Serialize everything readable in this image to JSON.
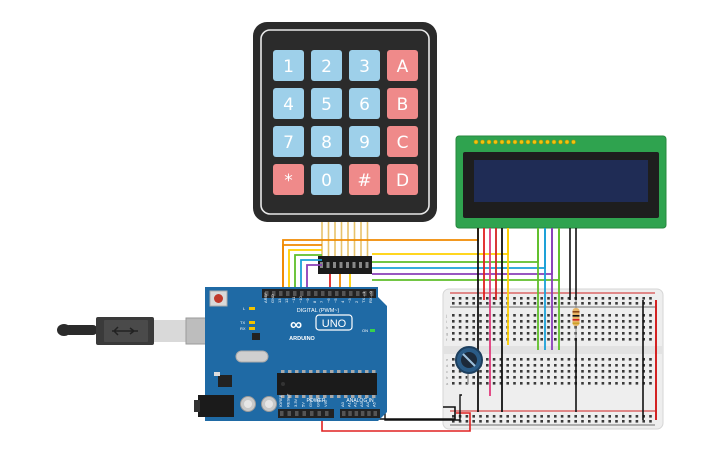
{
  "colors": {
    "keypad_body": "#2b2b2b",
    "key_blue": "#9ed0ea",
    "key_red": "#ef8a8a",
    "lcd_pcb": "#2fa34f",
    "lcd_screen": "#1f2c55",
    "arduino_board": "#1f6aa5",
    "breadboard": "#eeeeee",
    "rail_red": "#d32222",
    "wire_colors": [
      "#f08a00",
      "#ffd000",
      "#5fbf2a",
      "#1aa0d8",
      "#8a3fb8",
      "#e02020",
      "#111111",
      "#e03a7a"
    ]
  },
  "keypad": {
    "rows": [
      [
        {
          "label": "1",
          "color": "blue"
        },
        {
          "label": "2",
          "color": "blue"
        },
        {
          "label": "3",
          "color": "blue"
        },
        {
          "label": "A",
          "color": "red"
        }
      ],
      [
        {
          "label": "4",
          "color": "blue"
        },
        {
          "label": "5",
          "color": "blue"
        },
        {
          "label": "6",
          "color": "blue"
        },
        {
          "label": "B",
          "color": "red"
        }
      ],
      [
        {
          "label": "7",
          "color": "blue"
        },
        {
          "label": "8",
          "color": "blue"
        },
        {
          "label": "9",
          "color": "blue"
        },
        {
          "label": "C",
          "color": "red"
        }
      ],
      [
        {
          "label": "*",
          "color": "red"
        },
        {
          "label": "0",
          "color": "blue"
        },
        {
          "label": "#",
          "color": "red"
        },
        {
          "label": "D",
          "color": "red"
        }
      ]
    ]
  },
  "arduino": {
    "header_label": "DIGITAL (PWM~)",
    "model": "UNO",
    "brand": "ARDUINO",
    "logo_symbol": "∞",
    "power_label": "POWER",
    "analog_label": "ANALOG IN",
    "on_label": "ON",
    "tx_label": "TX",
    "rx_label": "RX",
    "l_label": "L",
    "digital_pins": [
      "AREF",
      "GND",
      "13",
      "12",
      "~11",
      "~10",
      "~9",
      "8",
      "7",
      "~6",
      "~5",
      "4",
      "~3",
      "2",
      "TX→1",
      "RX←0"
    ],
    "power_pins": [
      "IOREF",
      "RESET",
      "3.3V",
      "5V",
      "GND",
      "GND",
      "VIN"
    ],
    "analog_pins": [
      "A0",
      "A1",
      "A2",
      "A3",
      "A4",
      "A5"
    ]
  },
  "breadboard": {
    "row_letters_top": [
      "j",
      "i",
      "h",
      "g",
      "f"
    ],
    "row_letters_bottom": [
      "e",
      "d",
      "c",
      "b",
      "a"
    ]
  }
}
